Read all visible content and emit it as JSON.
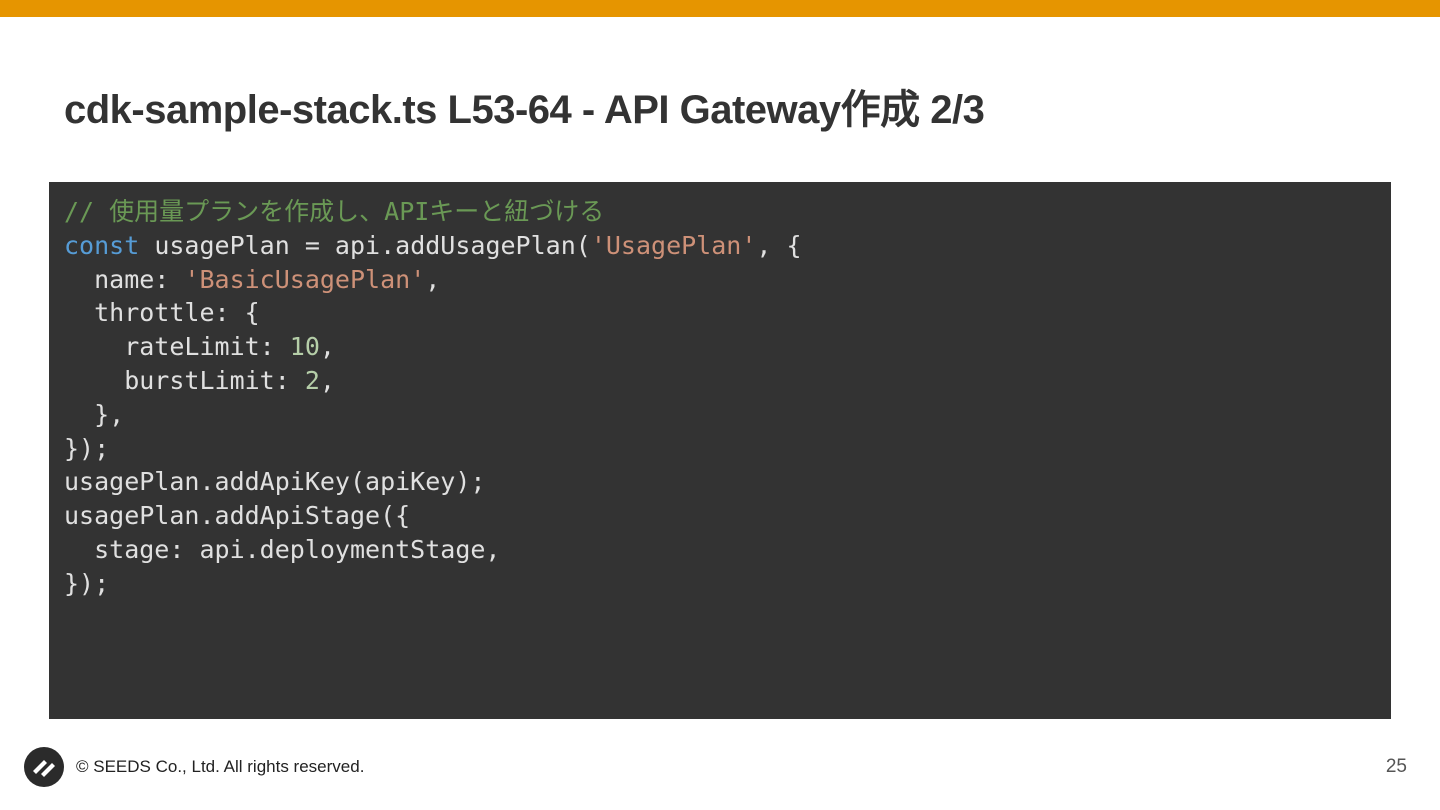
{
  "slide": {
    "title": "cdk-sample-stack.ts L53-64 - API Gateway作成 2/3",
    "accent_color": "#E69500",
    "code_background": "#333333",
    "code_lines": [
      [
        {
          "t": "// 使用量プランを作成し、APIキーと紐づける",
          "k": "comment"
        }
      ],
      [
        {
          "t": "const",
          "k": "keyword"
        },
        {
          "t": " usagePlan = api.addUsagePlan(",
          "k": "plain"
        },
        {
          "t": "'UsagePlan'",
          "k": "string"
        },
        {
          "t": ", {",
          "k": "plain"
        }
      ],
      [
        {
          "t": "  name: ",
          "k": "plain"
        },
        {
          "t": "'BasicUsagePlan'",
          "k": "string"
        },
        {
          "t": ",",
          "k": "plain"
        }
      ],
      [
        {
          "t": "  throttle: {",
          "k": "plain"
        }
      ],
      [
        {
          "t": "    rateLimit: ",
          "k": "plain"
        },
        {
          "t": "10",
          "k": "number"
        },
        {
          "t": ",",
          "k": "plain"
        }
      ],
      [
        {
          "t": "    burstLimit: ",
          "k": "plain"
        },
        {
          "t": "2",
          "k": "number"
        },
        {
          "t": ",",
          "k": "plain"
        }
      ],
      [
        {
          "t": "  },",
          "k": "plain"
        }
      ],
      [
        {
          "t": "});",
          "k": "plain"
        }
      ],
      [
        {
          "t": "usagePlan.addApiKey(apiKey);",
          "k": "plain"
        }
      ],
      [
        {
          "t": "usagePlan.addApiStage({",
          "k": "plain"
        }
      ],
      [
        {
          "t": "  stage: api.deploymentStage,",
          "k": "plain"
        }
      ],
      [
        {
          "t": "});",
          "k": "plain"
        }
      ]
    ],
    "syntax_colors": {
      "comment": "#6A9955",
      "keyword": "#569CD6",
      "string": "#CE9178",
      "number": "#B5CEA8",
      "plain": "#E0E0E0"
    }
  },
  "footer": {
    "logo_icon": "seeds-logo-icon",
    "copyright": "© SEEDS Co., Ltd. All rights reserved.",
    "page_number": "25"
  }
}
